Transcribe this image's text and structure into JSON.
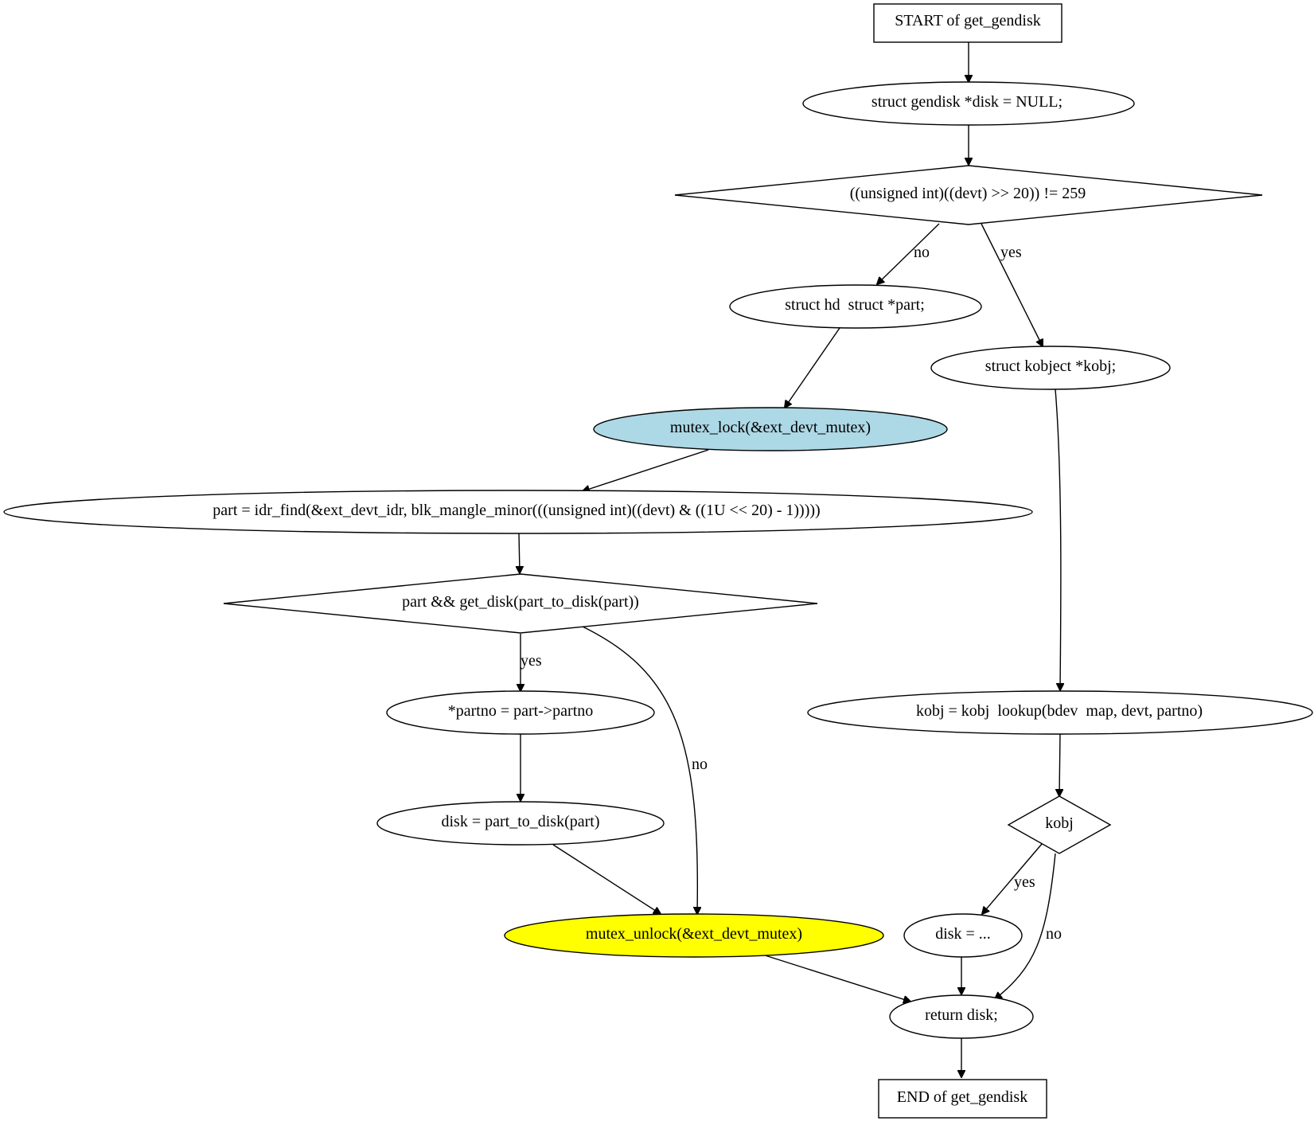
{
  "nodes": {
    "start": "START of get_gendisk",
    "decl_disk": "struct gendisk *disk = NULL;",
    "cond_major": "((unsigned int)((devt) >> 20)) != 259",
    "decl_part": "struct hd  struct *part;",
    "mutex_lock": "mutex_lock(&ext_devt_mutex)",
    "idr_find": "part = idr_find(&ext_devt_idr, blk_mangle_minor(((unsigned int)((devt) & ((1U << 20) - 1)))))",
    "cond_part": "part && get_disk(part_to_disk(part))",
    "partno": "*partno = part->partno",
    "disk_assign": "disk = part_to_disk(part)",
    "mutex_unlock": "mutex_unlock(&ext_devt_mutex)",
    "decl_kobj": "struct kobject *kobj;",
    "kobj_lookup": "kobj = kobj  lookup(bdev  map, devt, partno)",
    "cond_kobj": "kobj",
    "disk_ellipsis": "disk = ...",
    "return_disk": "return disk;",
    "end": "END of get_gendisk"
  },
  "edge_labels": {
    "major_no": "no",
    "major_yes": "yes",
    "part_yes": "yes",
    "part_no": "no",
    "kobj_yes": "yes",
    "kobj_no": "no"
  },
  "colors": {
    "mutex_lock_fill": "#add8e6",
    "mutex_unlock_fill": "#ffff00"
  }
}
